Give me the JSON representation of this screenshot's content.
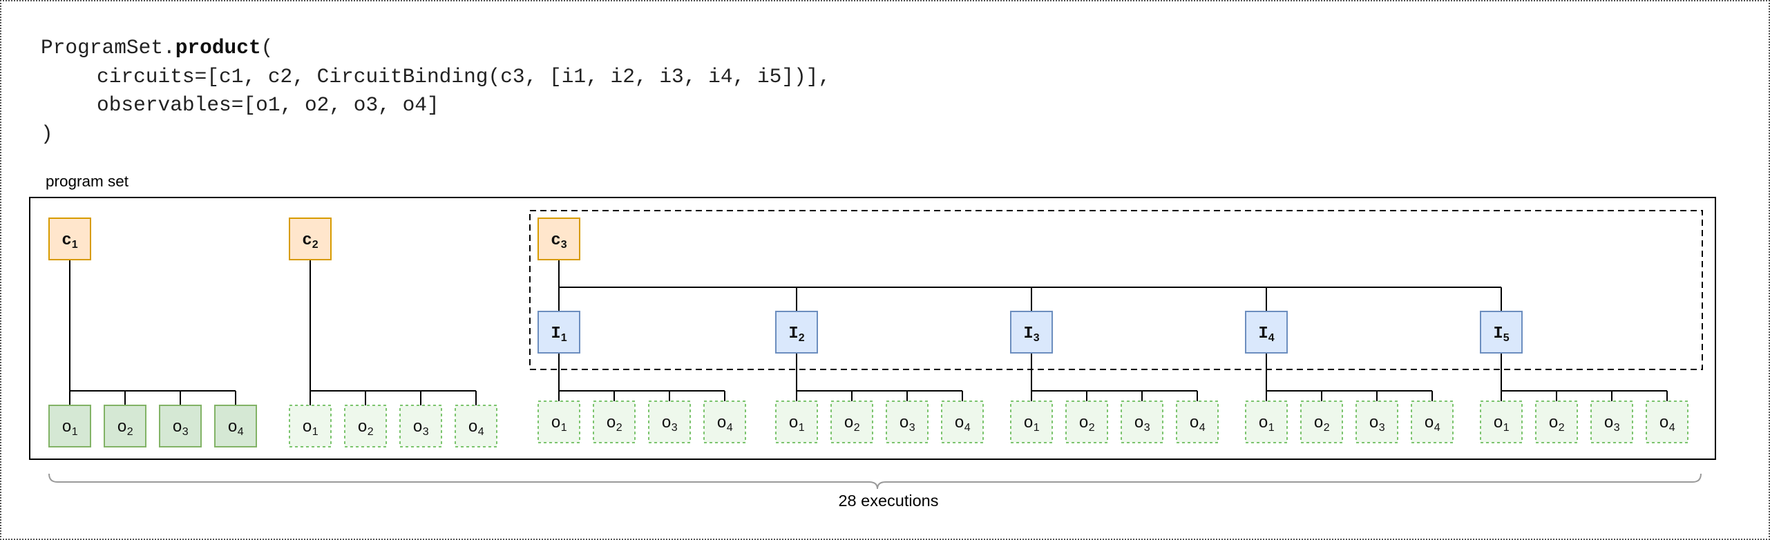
{
  "code": {
    "l1_prefix": "ProgramSet.",
    "l1_bold": "product",
    "l1_suffix": "(",
    "l2": "circuits=[c1, c2, CircuitBinding(c3, [i1, i2, i3, i4, i5])],",
    "l3": "observables=[o1, o2, o3, o4]",
    "l4": ")"
  },
  "program_set_label": "program set",
  "executions_label": "28 executions",
  "circuits": [
    {
      "letter": "c",
      "sub": "1"
    },
    {
      "letter": "c",
      "sub": "2"
    },
    {
      "letter": "c",
      "sub": "3"
    }
  ],
  "inputs": [
    {
      "letter": "I",
      "sub": "1"
    },
    {
      "letter": "I",
      "sub": "2"
    },
    {
      "letter": "I",
      "sub": "3"
    },
    {
      "letter": "I",
      "sub": "4"
    },
    {
      "letter": "I",
      "sub": "5"
    }
  ],
  "observables": [
    {
      "letter": "o",
      "sub": "1"
    },
    {
      "letter": "o",
      "sub": "2"
    },
    {
      "letter": "o",
      "sub": "3"
    },
    {
      "letter": "o",
      "sub": "4"
    }
  ],
  "colors": {
    "circuit_fill": "#ffe6cc",
    "circuit_stroke": "#d79b00",
    "input_fill": "#dae8fc",
    "input_stroke": "#6c8ebf",
    "observable_fill": "#d5e8d4",
    "observable_stroke": "#82b366"
  }
}
